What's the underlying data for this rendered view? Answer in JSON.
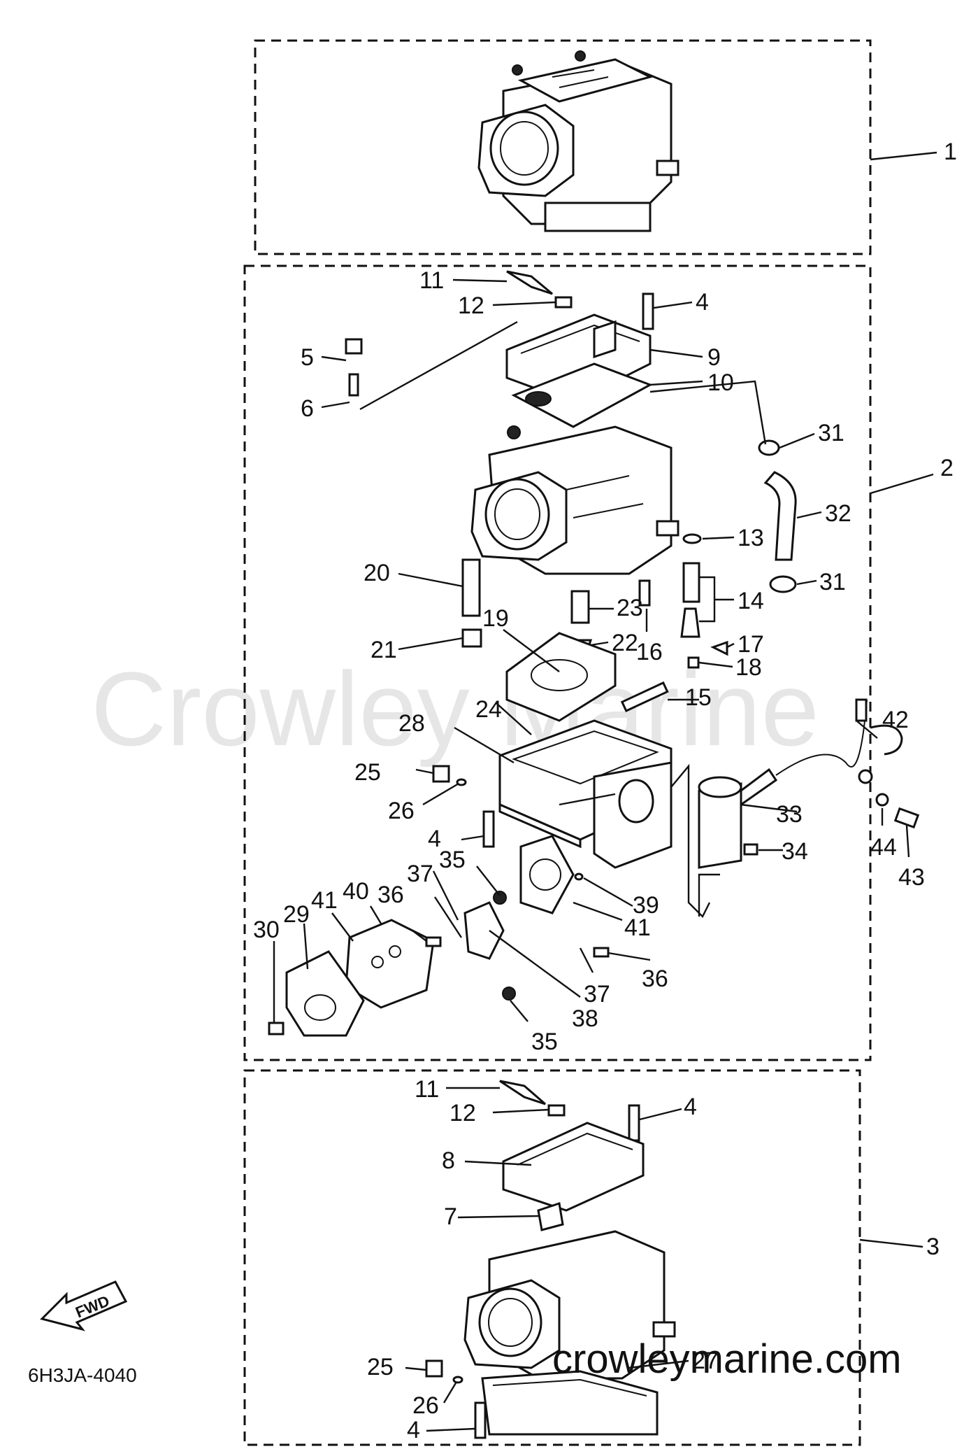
{
  "diagram": {
    "drawing_code": "6H3JA-4040",
    "watermark_center": "Crowley Marine",
    "watermark_footer": "crowleymarine.com",
    "fwd_label": "FWD",
    "callouts": {
      "p1": "1",
      "p2": "2",
      "p3": "3",
      "p4a": "4",
      "p4b": "4",
      "p4c": "4",
      "p4d": "4",
      "p5": "5",
      "p6": "6",
      "p7": "7",
      "p8": "8",
      "p9": "9",
      "p10": "10",
      "p11a": "11",
      "p11b": "11",
      "p12a": "12",
      "p12b": "12",
      "p13": "13",
      "p14": "14",
      "p15": "15",
      "p16": "16",
      "p17": "17",
      "p18": "18",
      "p19": "19",
      "p20": "20",
      "p21": "21",
      "p22": "22",
      "p23": "23",
      "p24": "24",
      "p25a": "25",
      "p25b": "25",
      "p26a": "26",
      "p26b": "26",
      "p27": "27",
      "p28": "28",
      "p29": "29",
      "p30": "30",
      "p31a": "31",
      "p31b": "31",
      "p32": "32",
      "p33": "33",
      "p34": "34",
      "p35a": "35",
      "p35b": "35",
      "p36a": "36",
      "p36b": "36",
      "p37a": "37",
      "p37b": "37",
      "p38": "38",
      "p39": "39",
      "p40": "40",
      "p41a": "41",
      "p41b": "41",
      "p42": "42",
      "p43": "43",
      "p44": "44"
    }
  }
}
